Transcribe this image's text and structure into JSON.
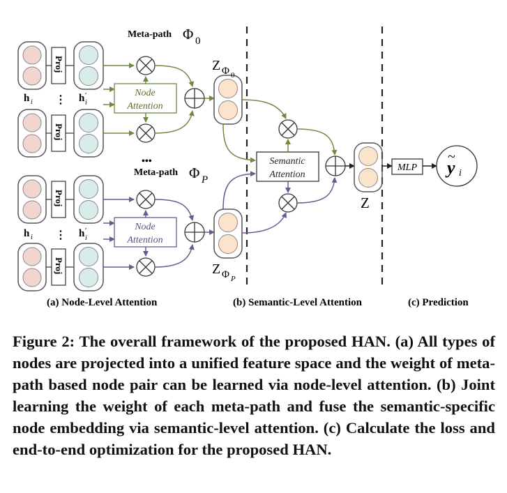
{
  "figure": {
    "meta_path_top": "Meta-path",
    "meta_path_top_symbol": "Φ",
    "meta_path_top_sub": "0",
    "meta_path_bottom": "Meta-path",
    "meta_path_bottom_symbol": "Φ",
    "meta_path_bottom_sub": "P",
    "proj_label": "Proj",
    "h_i": "h",
    "h_i_sub": "i",
    "h_i_prime": "h",
    "h_i_prime_sup": "′",
    "h_i_prime_sub": "i",
    "dots_vertical": "⋮",
    "dots_horizontal": "•••",
    "node_attention_line1": "Node",
    "node_attention_line2": "Attention",
    "semantic_attention_line1": "Semantic",
    "semantic_attention_line2": "Attention",
    "z_phi": "Z",
    "z_phi0_sub": "Φ",
    "z_phi0_subsub": "0",
    "z_phip_sub": "Φ",
    "z_phip_subsub": "P",
    "z_label": "Z",
    "mlp_label": "MLP",
    "y_label": "y",
    "y_tilde": "~",
    "y_sub": "i",
    "section_a": "(a) Node-Level Attention",
    "section_b": "(b) Semantic-Level Attention",
    "section_c": "(c) Prediction",
    "colors": {
      "node_pink": "#f2d4d0",
      "node_cyan": "#d8ecec",
      "node_orange": "#fbe3cc",
      "green_arrow": "#6f8a40",
      "purple_arrow": "#6a5a8e",
      "border": "#555555"
    }
  },
  "caption": {
    "label": "Figure 2:",
    "text": "The overall framework of the proposed HAN. (a) All types of nodes are projected into a unified feature space and the weight of meta-path based node pair can be learned via node-level attention. (b) Joint learning the weight of each meta-path and fuse the semantic-specific node embedding via semantic-level attention. (c) Calculate the loss and end-to-end optimization for the proposed HAN."
  }
}
